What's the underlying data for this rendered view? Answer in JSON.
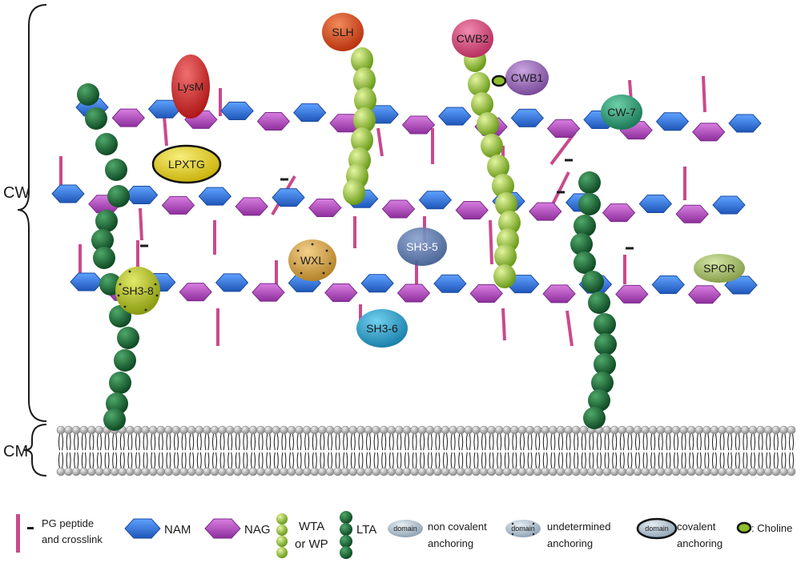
{
  "labels": {
    "cell_wall": "CW",
    "cell_membrane": "CM"
  },
  "domains": {
    "lysm": "LysM",
    "lpxtg": "LPXTG",
    "slh": "SLH",
    "cwb2": "CWB2",
    "cwb1": "CWB1",
    "cw7": "CW-7",
    "wxl": "WXL",
    "sh3_5": "SH3-5",
    "sh3_8": "SH3-8",
    "sh3_6": "SH3-6",
    "spor": "SPOR"
  },
  "legend": {
    "peptide_line1": "PG peptide",
    "peptide_line2": "and crosslink",
    "nam": "NAM",
    "nag": "NAG",
    "wta_line1": "WTA",
    "wta_line2": "or WP",
    "lta": "LTA",
    "domain_word": "domain",
    "noncovalent_line1": "non covalent",
    "noncovalent_line2": "anchoring",
    "undetermined_line1": "undetermined",
    "undetermined_line2": "anchoring",
    "covalent_line1": "covalent",
    "covalent_line2": "anchoring",
    "choline": ": Choline"
  },
  "colors": {
    "nam": "#2f6fd6",
    "nag": "#b04bbd",
    "peptide": "#c94a8c",
    "wta": "#8cbf2a",
    "lta": "#1f6b3a",
    "lysm": "#d42a2a",
    "lpxtg": "#e8d21a",
    "slh": "#d9441c",
    "cwb2": "#d8467a",
    "cwb1": "#9a6cb8",
    "cw7": "#2fa07a",
    "wxl": "#d9a94a",
    "sh3_5": "#5572a8",
    "sh3_8": "#b6c41e",
    "sh3_6": "#2aa0c8",
    "spor": "#a9c46a",
    "membrane_head": "#bdbdbd"
  }
}
